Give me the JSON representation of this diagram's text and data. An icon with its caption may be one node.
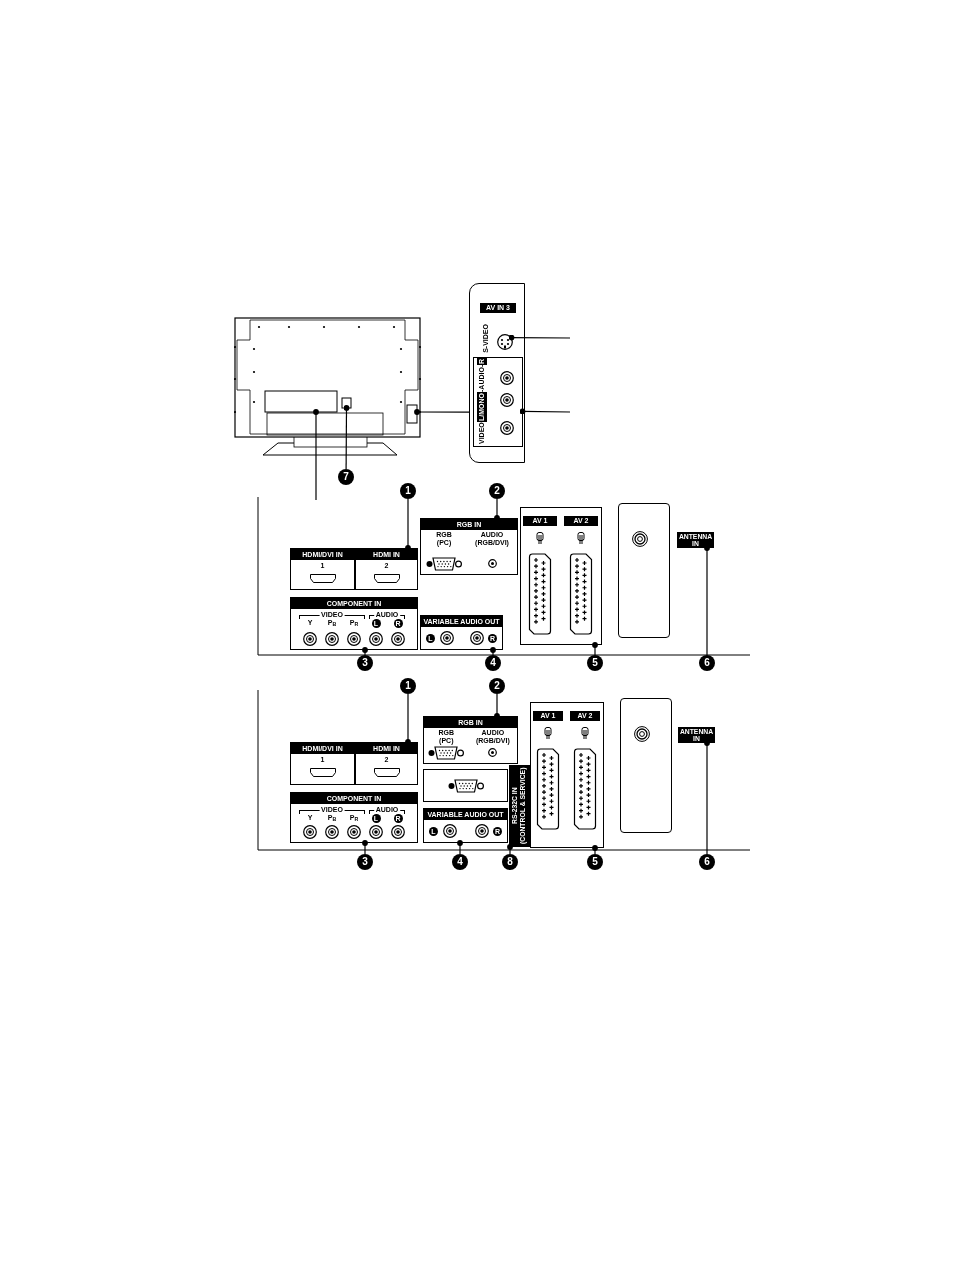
{
  "diagram": {
    "nodes": [
      {
        "text": [],
        "shape": "picture"
      },
      {
        "text": [],
        "shape": "box",
        "in": 0
      },
      {
        "text": [],
        "shape": "box",
        "in": 0
      },
      {
        "text": [],
        "shape": "box",
        "in": 0
      },
      {
        "text": [
          "AV IN 3",
          "S-VIDEO"
        ]
      },
      {
        "text": [],
        "shape": "circle",
        "in": 4
      },
      {
        "text": [
          "VIDEO",
          "L/MONO",
          "-AUDIO-",
          "R"
        ],
        "in": 4
      },
      {
        "text": [
          "7"
        ]
      },
      {
        "text": [
          "1"
        ]
      },
      {
        "text": [
          "2"
        ]
      },
      {
        "text": [
          "HDMI/DVI IN",
          "1"
        ]
      },
      {
        "text": [
          "HDMI IN",
          "2"
        ]
      },
      {
        "text": [
          "RGB IN",
          "RGB (PC)",
          "AUDIO (RGB/DVI)"
        ]
      },
      {
        "text": [
          "AV 1",
          "AV 2"
        ]
      },
      {
        "text": [],
        "shape": "box"
      },
      {
        "text": [
          "ANTENNA IN"
        ]
      },
      {
        "text": [
          "COMPONENT IN",
          "VIDEO",
          "Y",
          "P$_{B}$",
          "P$_{R}$",
          "AUDIO",
          "L",
          "R"
        ]
      },
      {
        "text": [
          "VARIABLE AUDIO OUT",
          "L",
          "R"
        ]
      },
      {
        "text": [
          "3"
        ]
      },
      {
        "text": [
          "4"
        ]
      },
      {
        "text": [
          "5"
        ]
      },
      {
        "text": [
          "6"
        ]
      },
      {
        "text": [
          "1"
        ]
      },
      {
        "text": [
          "2"
        ]
      },
      {
        "text": [
          "HDMI/DVI IN",
          "1"
        ]
      },
      {
        "text": [
          "HDMI IN",
          "2"
        ]
      },
      {
        "text": [
          "RGB IN",
          "RGB (PC)",
          "AUDIO (RGB/DVI)"
        ]
      },
      {
        "text": [
          "AV 1",
          "AV 2"
        ]
      },
      {
        "text": [],
        "shape": "box"
      },
      {
        "text": [
          "ANTENNA IN"
        ]
      },
      {
        "text": [],
        "shape": "box"
      },
      {
        "text": [
          "RS-232C IN (CONTROL & SERVICE)"
        ]
      },
      {
        "text": [
          "COMPONENT IN",
          "VIDEO",
          "Y",
          "P$_{B}$",
          "P$_{R}$",
          "AUDIO",
          "L",
          "R"
        ]
      },
      {
        "text": [
          "VARIABLE AUDIO OUT",
          "L",
          "R"
        ]
      },
      {
        "text": [
          "3"
        ]
      },
      {
        "text": [
          "4"
        ]
      },
      {
        "text": [
          "8"
        ]
      },
      {
        "text": [
          "5"
        ]
      },
      {
        "text": [
          "6"
        ]
      }
    ],
    "edges": [
      {
        "from": 4,
        "to": 3,
        "arrow": "other"
      },
      {
        "from": 7,
        "to": 2,
        "arrow": "other"
      },
      {
        "from": null,
        "to": 1,
        "arrow": "other"
      },
      {
        "from": null,
        "to": 5,
        "arrow": "other"
      },
      {
        "from": null,
        "to": 6,
        "arrow": "other"
      },
      {
        "from": 8,
        "to": 11,
        "arrow": "other"
      },
      {
        "from": 9,
        "to": 12,
        "arrow": "other"
      },
      {
        "from": 18,
        "to": 16,
        "arrow": "other"
      },
      {
        "from": 19,
        "to": 17,
        "arrow": "other"
      },
      {
        "from": 20,
        "to": 13,
        "arrow": "other"
      },
      {
        "from": 21,
        "to": 15,
        "arrow": "other"
      },
      {
        "from": 22,
        "to": 25,
        "arrow": "other"
      },
      {
        "from": 23,
        "to": 26,
        "arrow": "other"
      },
      {
        "from": 34,
        "to": 32,
        "arrow": "other"
      },
      {
        "from": 35,
        "to": 33,
        "arrow": "other"
      },
      {
        "from": 36,
        "to": 31,
        "arrow": "other"
      },
      {
        "from": 37,
        "to": 27,
        "arrow": "other"
      },
      {
        "from": 38,
        "to": 29,
        "arrow": "other"
      }
    ]
  }
}
